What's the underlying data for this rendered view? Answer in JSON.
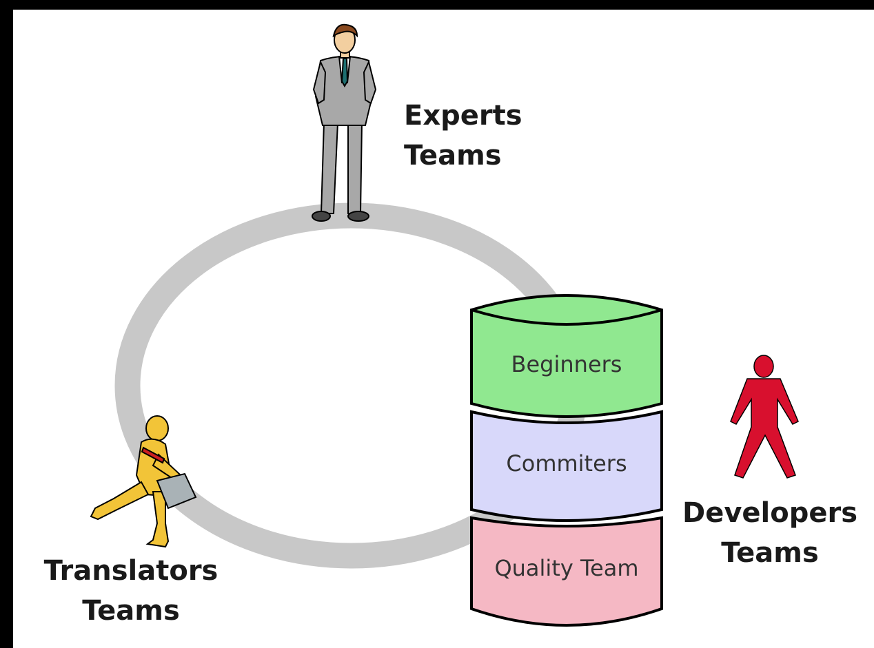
{
  "labels": {
    "experts": [
      "Experts",
      "Teams"
    ],
    "translators": [
      "Translators",
      "Teams"
    ],
    "developers": [
      "Developers",
      "Teams"
    ]
  },
  "stack": [
    {
      "label": "Beginners",
      "color": "#90e890"
    },
    {
      "label": "Commiters",
      "color": "#d8d8fa"
    },
    {
      "label": "Quality Team",
      "color": "#f5b8c4"
    }
  ],
  "colors": {
    "background": "#000000",
    "panel": "#ffffff",
    "ring": "#c8c8c8",
    "expert_figure": "#a8a8a8",
    "translator_figure": "#f2c438",
    "developer_figure": "#d8102e"
  }
}
